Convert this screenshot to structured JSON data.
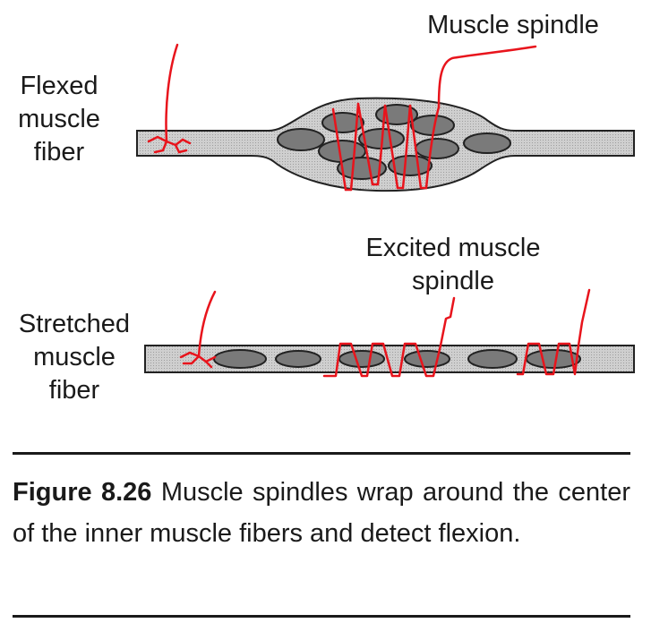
{
  "labels": {
    "flexed": "Flexed\nmuscle\nfiber",
    "stretched": "Stretched\nmuscle\nfiber",
    "muscle_spindle": "Muscle spindle",
    "excited_spindle": "Excited muscle\nspindle"
  },
  "caption": {
    "figure_number": "Figure 8.26",
    "text": "Muscle spindles wrap around the center of the inner muscle fibers and detect flexion."
  },
  "colors": {
    "nerve": "#e8141c",
    "fiber_fill": "#c8c8c8",
    "nucleus_fill": "#7a7a7a",
    "outline": "#222222"
  }
}
